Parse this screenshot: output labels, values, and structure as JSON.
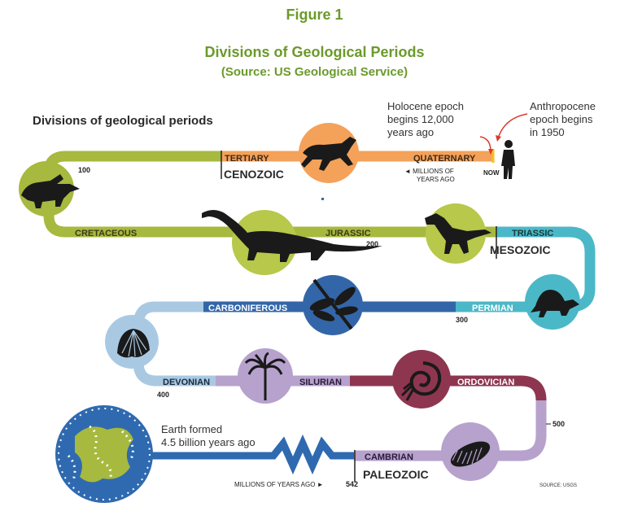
{
  "figure": {
    "number": "Figure 1",
    "title": "Divisions of Geological Periods",
    "source": "(Source: US Geological Service)"
  },
  "diagram": {
    "heading": "Divisions of geological periods",
    "eras": {
      "cenozoic": "CENOZOIC",
      "mesozoic": "MESOZOIC",
      "paleozoic": "PALEOZOIC"
    },
    "periods": {
      "tertiary": "TERTIARY",
      "quaternary": "QUATERNARY",
      "cretaceous": "CRETACEOUS",
      "jurassic": "JURASSIC",
      "triassic": "TRIASSIC",
      "carboniferous": "CARBONIFEROUS",
      "permian": "PERMIAN",
      "devonian": "DEVONIAN",
      "silurian": "SILURIAN",
      "ordovician": "ORDOVICIAN",
      "cambrian": "CAMBRIAN"
    },
    "ticks": {
      "t100": "100",
      "t200": "200",
      "t300": "300",
      "t400": "400",
      "t500": "500",
      "t542": "542"
    },
    "now": "NOW",
    "millions_arrow": "◄ MILLIONS OF",
    "years_ago": "YEARS AGO",
    "millions_bottom": "MILLIONS OF YEARS AGO ►",
    "holocene": [
      "Holocene epoch",
      "begins 12,000",
      "years ago"
    ],
    "anthropocene": [
      "Anthropocene",
      "epoch begins",
      "in 1950"
    ],
    "earth_formed": [
      "Earth formed",
      "4.5 billion years ago"
    ],
    "source_note": "SOURCE: USGS",
    "icons": [
      "triceratops-icon",
      "running-mammal-icon",
      "human-icon",
      "sauropod-icon",
      "raptor-icon",
      "dimetrodon-icon",
      "dragonfly-icon",
      "shell-icon",
      "palm-icon",
      "nautilus-icon",
      "trilobite-icon",
      "earth-icon"
    ],
    "colors": {
      "cenozoic_orange": "#f4a15a",
      "green": "#a7b93e",
      "green_circle": "#b7c84a",
      "teal": "#4bb8c8",
      "blue": "#3366a8",
      "light_blue": "#a9c9e3",
      "purple": "#b6a2cc",
      "maroon": "#8e3650",
      "earth_blue": "#2f6ab0",
      "title_green": "#6b9a2a"
    }
  }
}
